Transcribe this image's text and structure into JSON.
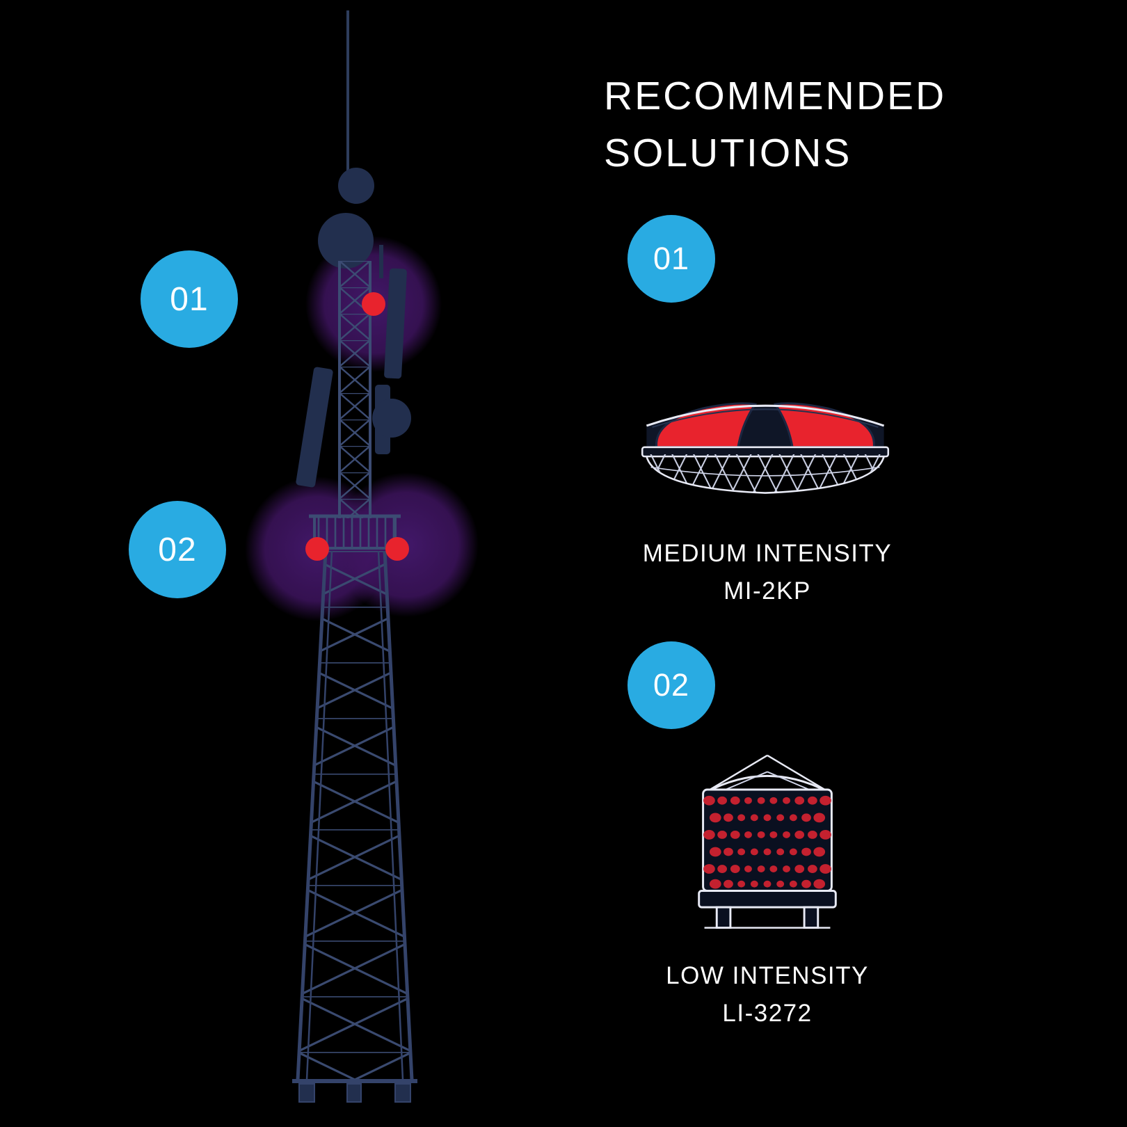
{
  "heading": {
    "line1": "RECOMMENDED",
    "line2": "SOLUTIONS"
  },
  "tower_markers": [
    {
      "label": "01"
    },
    {
      "label": "02"
    }
  ],
  "solutions": [
    {
      "badge": "01",
      "title": "MEDIUM INTENSITY",
      "model": "MI-2KP",
      "icon": "medium-intensity-beacon-icon"
    },
    {
      "badge": "02",
      "title": "LOW INTENSITY",
      "model": "LI-3272",
      "icon": "low-intensity-led-light-icon"
    }
  ],
  "icons": {
    "tower": "telecom-lattice-tower-icon",
    "glow": "purple-highlight-glow",
    "beacon_dot": "red-obstruction-light-dot"
  },
  "colors": {
    "background": "#000000",
    "badge_blue": "#29abe2",
    "signal_red": "#e8232d",
    "led_red": "#c4212f",
    "tower_navy": "#34436a",
    "panel_navy": "#222f4e",
    "glow_purple": "#45196e",
    "outline_light": "#e8eaf5",
    "text_white": "#ffffff"
  }
}
